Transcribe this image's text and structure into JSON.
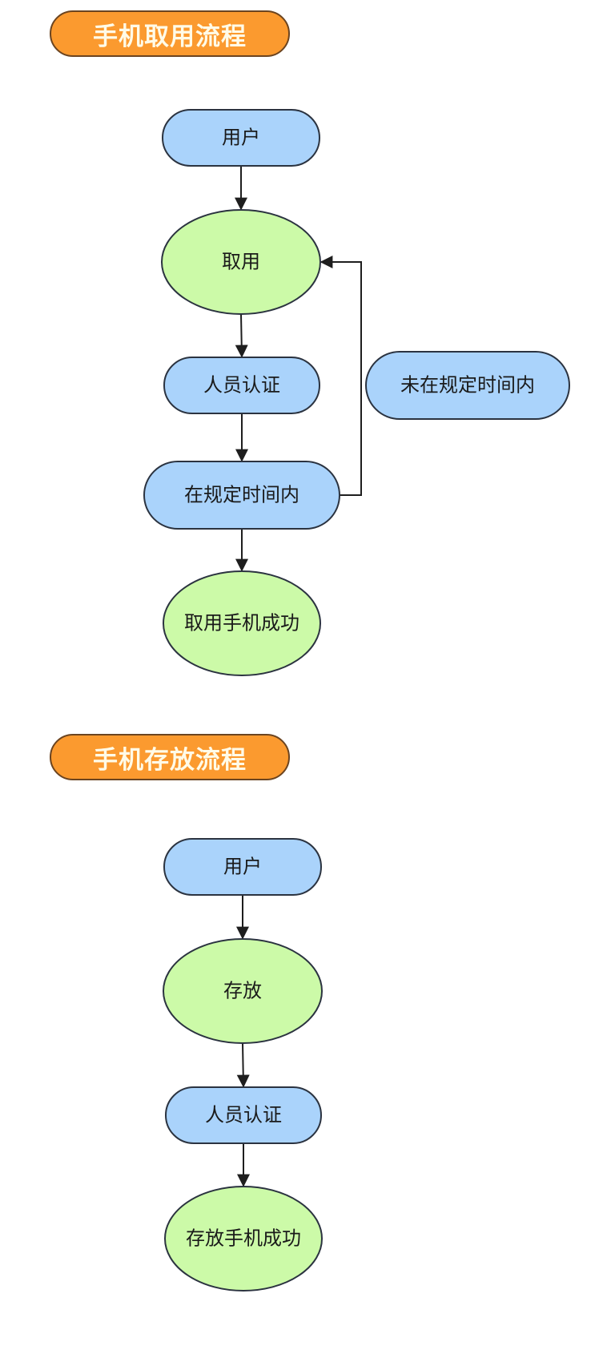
{
  "sections": [
    {
      "title": "手机取用流程",
      "nodes": [
        {
          "id": "user",
          "label": "用户",
          "shape": "pill",
          "color": "#aad3fb"
        },
        {
          "id": "take",
          "label": "取用",
          "shape": "ellipse",
          "color": "#ccfaa8"
        },
        {
          "id": "auth",
          "label": "人员认证",
          "shape": "pill",
          "color": "#aad3fb"
        },
        {
          "id": "in_time",
          "label": "在规定时间内",
          "shape": "pill",
          "color": "#aad3fb"
        },
        {
          "id": "not_in_time",
          "label": "未在规定时间内",
          "shape": "pill",
          "color": "#aad3fb"
        },
        {
          "id": "success",
          "label": "取用手机成功",
          "shape": "ellipse",
          "color": "#ccfaa8"
        }
      ],
      "edges": [
        {
          "from": "user",
          "to": "take"
        },
        {
          "from": "take",
          "to": "auth"
        },
        {
          "from": "auth",
          "to": "in_time"
        },
        {
          "from": "in_time",
          "to": "success"
        },
        {
          "from": "in_time",
          "to": "take",
          "route": "loop-right"
        }
      ]
    },
    {
      "title": "手机存放流程",
      "nodes": [
        {
          "id": "user2",
          "label": "用户",
          "shape": "pill",
          "color": "#aad3fb"
        },
        {
          "id": "store",
          "label": "存放",
          "shape": "ellipse",
          "color": "#ccfaa8"
        },
        {
          "id": "auth2",
          "label": "人员认证",
          "shape": "pill",
          "color": "#aad3fb"
        },
        {
          "id": "success2",
          "label": "存放手机成功",
          "shape": "ellipse",
          "color": "#ccfaa8"
        }
      ],
      "edges": [
        {
          "from": "user2",
          "to": "store"
        },
        {
          "from": "store",
          "to": "auth2"
        },
        {
          "from": "auth2",
          "to": "success2"
        }
      ]
    }
  ],
  "colors": {
    "title_bg": "#fb9a2f",
    "title_text": "#fffbe8",
    "stroke": "#2b3340",
    "edge": "#1e1e1e"
  }
}
